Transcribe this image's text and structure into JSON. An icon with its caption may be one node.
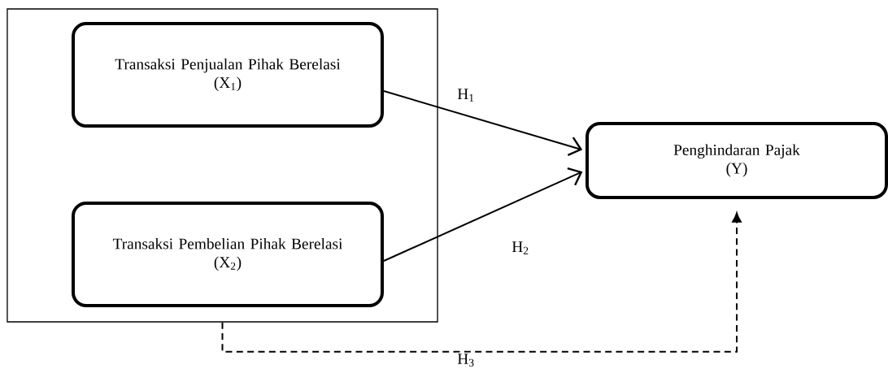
{
  "diagram": {
    "nodes": [
      {
        "text": [],
        "shape": "box"
      },
      {
        "text": [
          "Transaksi Penjualan Pihak Berelasi",
          "(X$_{1}$)"
        ],
        "in": 0
      },
      {
        "text": [
          "Transaksi Pembelian Pihak Berelasi",
          "(X$_{2}$)"
        ],
        "in": 0
      },
      {
        "text": [
          "Penghindaran Pajak",
          "(Y)"
        ]
      }
    ],
    "edges": [
      {
        "from": 1,
        "to": 3,
        "arrow": "to",
        "label": "H$_{1}$"
      },
      {
        "from": 2,
        "to": 3,
        "arrow": "to",
        "label": "H$_{2}$"
      },
      {
        "from": 0,
        "to": 3,
        "arrow": "to",
        "label": "H$_{3}$",
        "style": "dashed"
      }
    ]
  }
}
